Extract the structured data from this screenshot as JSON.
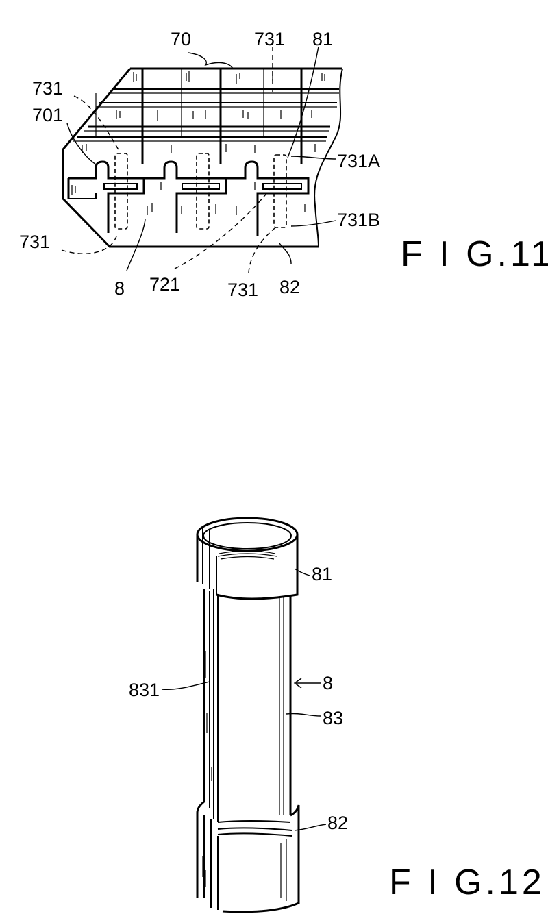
{
  "fig11": {
    "title": "F I G.11",
    "labels": {
      "l70": "70",
      "l731_top": "731",
      "l81": "81",
      "l731_left": "731",
      "l701": "701",
      "l731A": "731A",
      "l731B": "731B",
      "l731_bl": "731",
      "l8": "8",
      "l721": "721",
      "l731_bm": "731",
      "l82": "82"
    }
  },
  "fig12": {
    "title": "F I G.12",
    "labels": {
      "l81": "81",
      "l8": "8",
      "l831": "831",
      "l83": "83",
      "l82": "82"
    }
  }
}
